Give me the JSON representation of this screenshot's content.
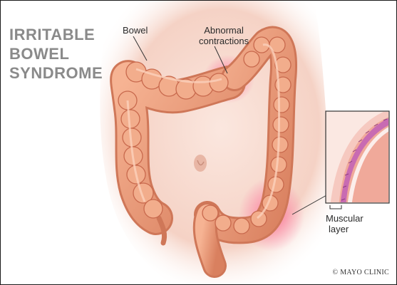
{
  "title_lines": [
    "IRRITABLE",
    "BOWEL",
    "SYNDROME"
  ],
  "labels": {
    "bowel": "Bowel",
    "abnormal_line1": "Abnormal",
    "abnormal_line2": "contractions",
    "muscular_line1": "Muscular",
    "muscular_line2": "layer"
  },
  "credit": "© MAYO CLINIC",
  "colors": {
    "skin": "#f6d6cb",
    "colon": "#e99a78",
    "colon_dark": "#c76a4f",
    "inflammation": "#ff7fa6",
    "title": "#8a8a8a",
    "mucosa": "#c86bb2"
  }
}
